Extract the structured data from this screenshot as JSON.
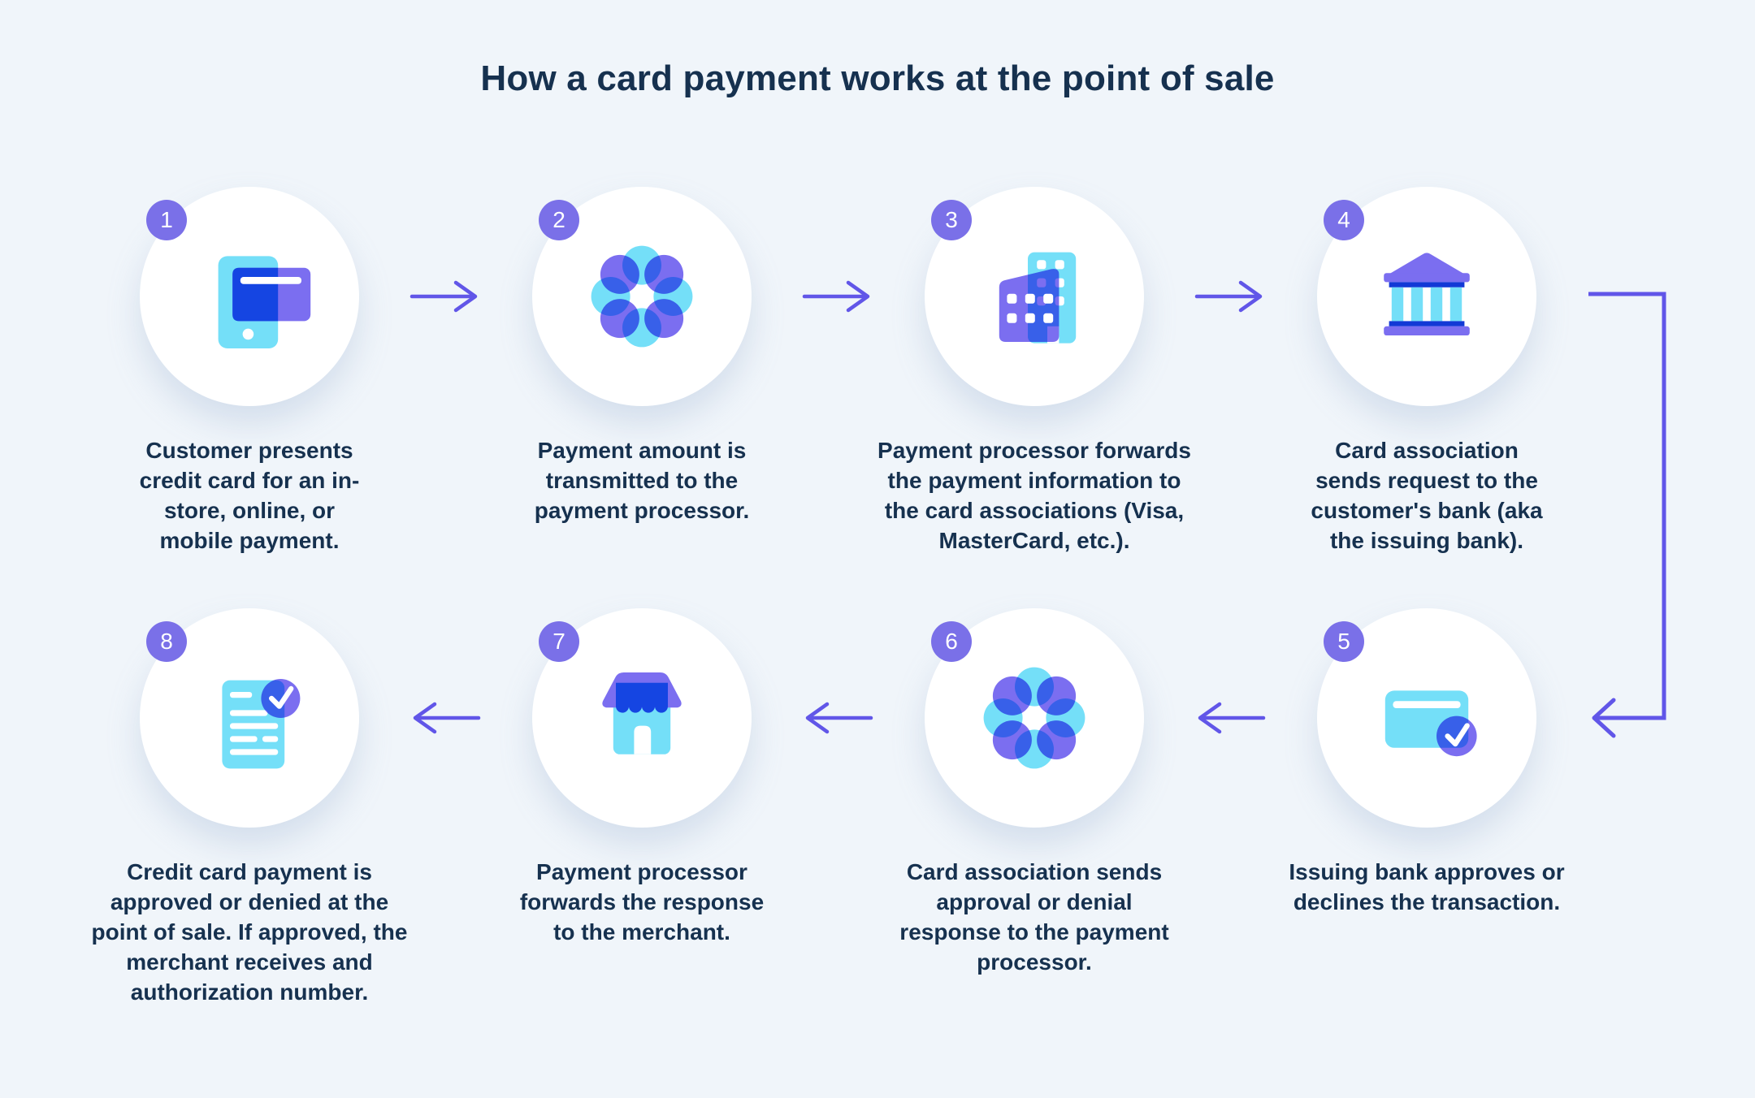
{
  "title": "How a card payment works at the point of sale",
  "steps": [
    {
      "number": "1",
      "caption": "Customer presents credit card for an in-store, online, or mobile payment.",
      "icon": "mobile-payment-icon"
    },
    {
      "number": "2",
      "caption": "Payment amount is transmitted to the payment processor.",
      "icon": "payment-processor-icon"
    },
    {
      "number": "3",
      "caption": "Payment processor forwards the payment information to the card associations (Visa, MasterCard, etc.).",
      "icon": "card-associations-buildings-icon"
    },
    {
      "number": "4",
      "caption": "Card association sends request to the customer's bank (aka the issuing bank).",
      "icon": "issuing-bank-icon"
    },
    {
      "number": "5",
      "caption": "Issuing bank approves or declines the transaction.",
      "icon": "card-approved-icon"
    },
    {
      "number": "6",
      "caption": "Card association sends approval or denial response to the payment processor.",
      "icon": "payment-processor-icon"
    },
    {
      "number": "7",
      "caption": "Payment processor forwards the response to the merchant.",
      "icon": "merchant-store-icon"
    },
    {
      "number": "8",
      "caption": "Credit card payment is approved or denied at the point of sale. If approved, the merchant receives and authorization number.",
      "icon": "receipt-approved-icon"
    }
  ],
  "colors": {
    "background": "#f0f5fa",
    "text": "#16314f",
    "arrow_purple": "#6156e8",
    "badge_purple": "#7a70e8",
    "icon_purple": "#7b6ef0",
    "icon_cyan": "#74dff8",
    "icon_blue": "#1545e2",
    "icon_dark_blue": "#1239d6",
    "circle_white": "#ffffff"
  }
}
